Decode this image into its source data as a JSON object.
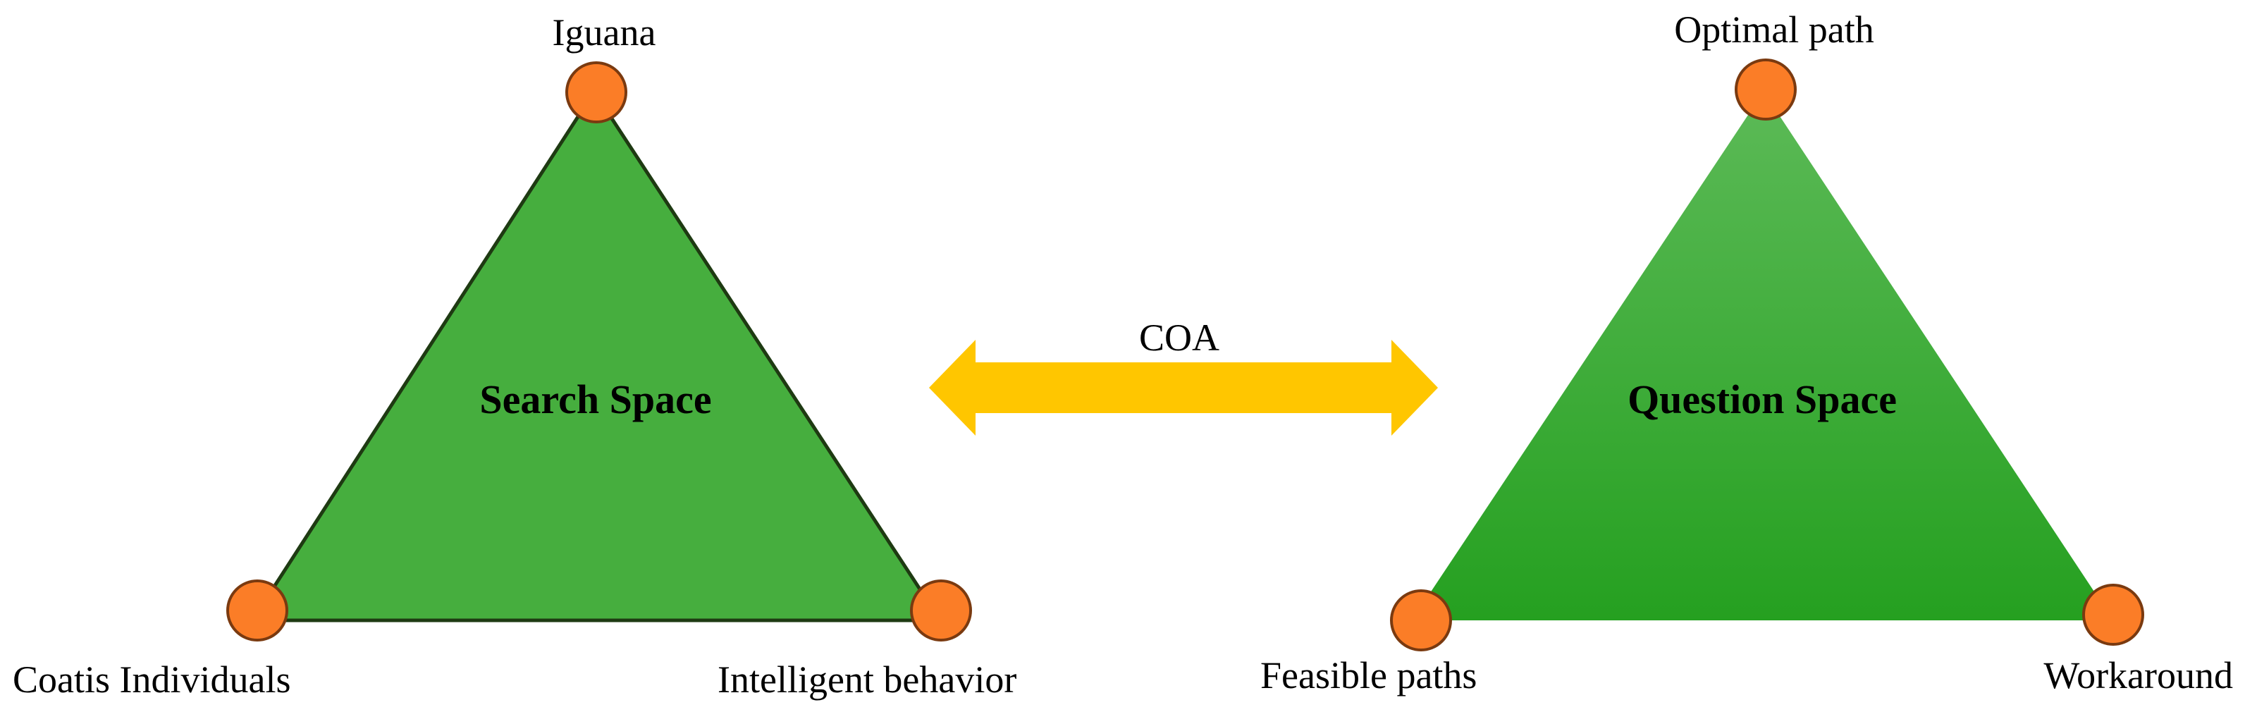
{
  "colors": {
    "left_triangle_fill": "#46ae3e",
    "left_triangle_stroke": "#1e3a12",
    "right_triangle_top": "#5cba57",
    "right_triangle_bottom": "#25a020",
    "node_fill": "#fb7d27",
    "node_stroke": "#7a3a10",
    "arrow_fill": "#ffc600"
  },
  "left": {
    "title": "Search Space",
    "top_label": "Iguana",
    "bottom_left_label": "Coatis Individuals",
    "bottom_right_label": "Intelligent behavior"
  },
  "middle": {
    "arrow_label": "COA"
  },
  "right": {
    "title": "Question Space",
    "top_label": "Optimal path",
    "bottom_left_label": "Feasible paths",
    "bottom_right_label": "Workaround"
  }
}
